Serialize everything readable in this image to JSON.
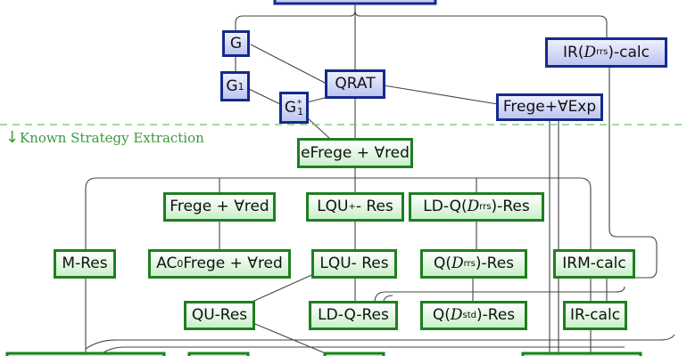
{
  "boundary_label": "Known Strategy Extraction",
  "boundary_arrow": "↓",
  "nodes": {
    "g": {
      "pre": "G"
    },
    "g1": {
      "pre": "G",
      "sub": "1"
    },
    "g1star": {
      "pre": "G",
      "sup": "*",
      "sub": "1"
    },
    "qrat": {
      "pre": "QRAT"
    },
    "irdrrs_calc": {
      "pre": "IR(",
      "cal": "D",
      "sup": "rrs",
      "post": ")-calc"
    },
    "frege_vexp": {
      "pre": "Frege+∀Exp"
    },
    "efrege_vred": {
      "pre": "eFrege + ∀red"
    },
    "frege_vred": {
      "pre": "Frege + ∀red"
    },
    "lqu_plus_res": {
      "pre": "LQU",
      "sup": "+",
      "post": "- Res"
    },
    "ld_q_drrs_res": {
      "pre": "LD-Q(",
      "cal": "D",
      "sup": "rrs",
      "post": ")-Res"
    },
    "m_res": {
      "pre": "M-Res"
    },
    "ac0frege_vred": {
      "pre": "AC",
      "sub": "0",
      "post": "Frege + ∀red"
    },
    "lqu_res": {
      "pre": "LQU- Res"
    },
    "q_drrs_res": {
      "pre": "Q(",
      "cal": "D",
      "sup": "rrs",
      "post": ")-Res"
    },
    "irm_calc": {
      "pre": "IRM-calc"
    },
    "qu_res": {
      "pre": "QU-Res"
    },
    "ld_q_res": {
      "pre": "LD-Q-Res"
    },
    "q_dstd_res": {
      "pre": "Q(",
      "cal": "D",
      "sup": "std",
      "post": ")-Res"
    },
    "ir_calc": {
      "pre": "IR-calc"
    }
  },
  "colors": {
    "blue_border": "#152a8c",
    "green_border": "#1f7f1f",
    "edge": "#444444",
    "boundary": "#6fbf6f",
    "annotation": "#3a9a3a"
  }
}
